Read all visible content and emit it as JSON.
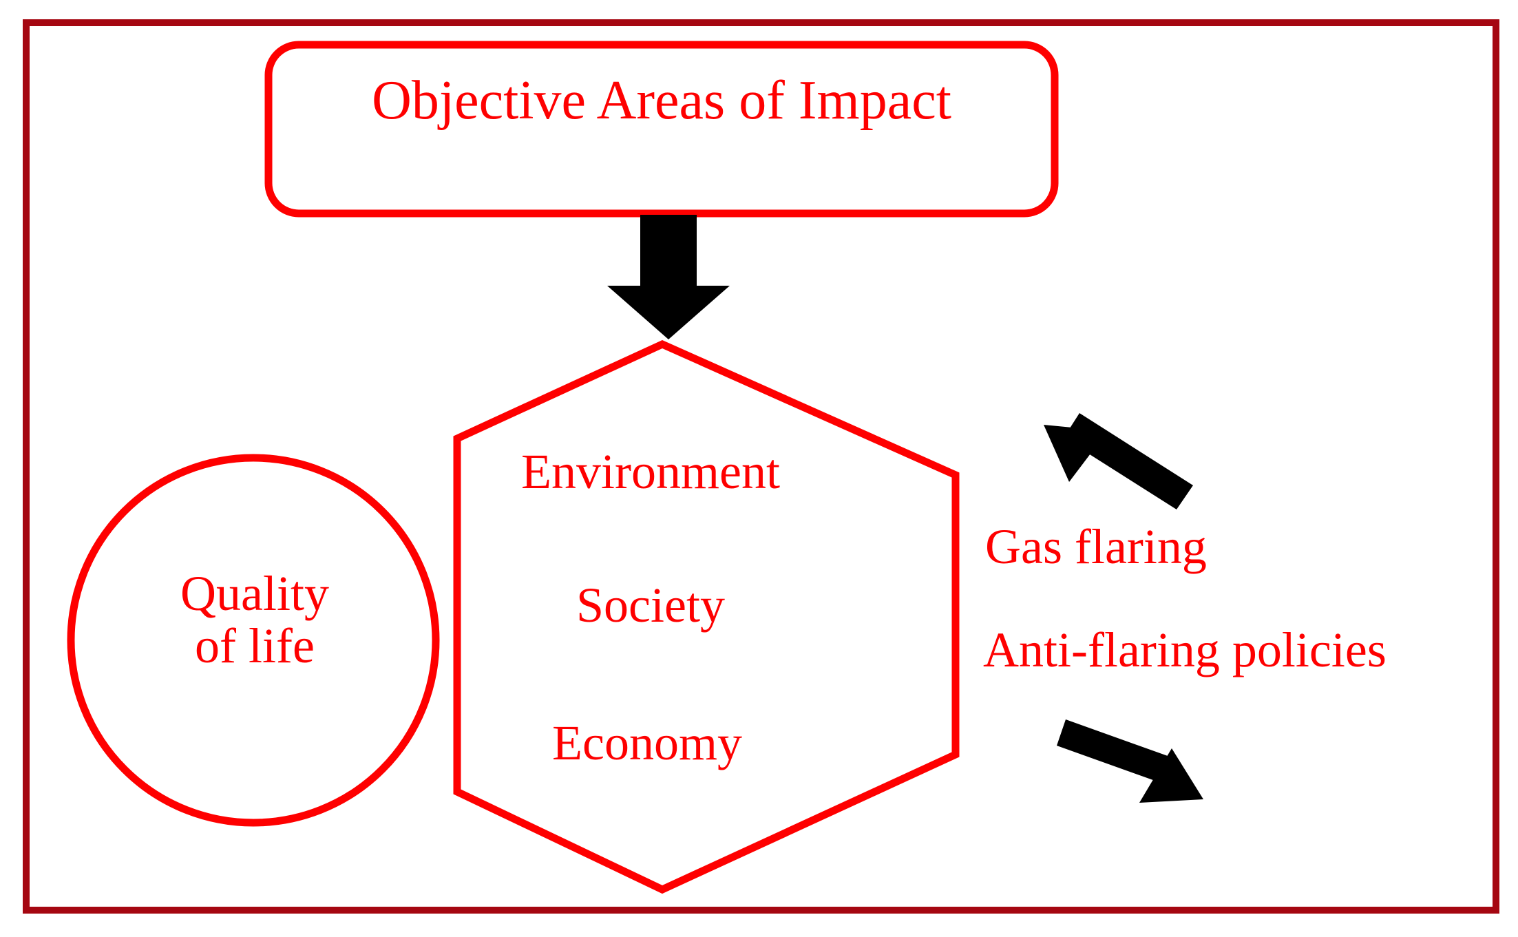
{
  "figure": {
    "kind": "concept-diagram",
    "frame_color": "#a50711",
    "accent_color": "#fe0000",
    "arrow_color": "#000000"
  },
  "title_box": {
    "label": "Objective Areas of Impact",
    "shape": "rounded-rectangle",
    "stroke": "#fe0000"
  },
  "hexagon": {
    "shape": "hexagon",
    "stroke": "#fe0000",
    "items": [
      {
        "label": "Environment"
      },
      {
        "label": "Society"
      },
      {
        "label": "Economy"
      }
    ]
  },
  "circle": {
    "shape": "circle",
    "stroke": "#fe0000",
    "line1": "Quality",
    "line2": "of life"
  },
  "side_labels": [
    {
      "label": "Gas flaring"
    },
    {
      "label": "Anti-flaring policies"
    }
  ],
  "arrows": [
    {
      "name": "down-arrow",
      "direction": "down",
      "from": "title_box",
      "to": "hexagon",
      "color": "#000000"
    },
    {
      "name": "up-left-arrow",
      "direction": "up-left",
      "near": "Gas flaring",
      "color": "#000000"
    },
    {
      "name": "down-right-arrow",
      "direction": "down-right",
      "near": "Anti-flaring policies",
      "color": "#000000"
    }
  ]
}
